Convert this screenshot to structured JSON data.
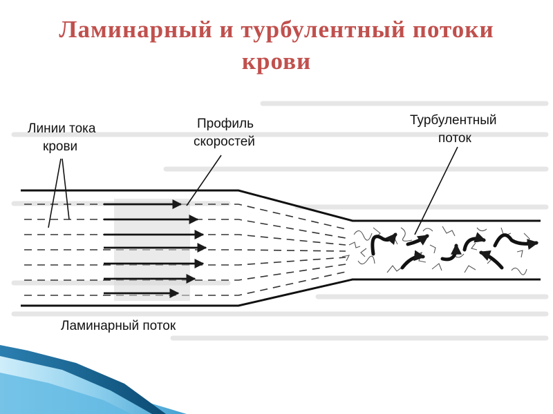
{
  "slide": {
    "title_line1": "Ламинарный и турбулентный потоки",
    "title_line2": "крови",
    "title_color": "#c0504d"
  },
  "diagram": {
    "label_streamlines_1": "Линии тока",
    "label_streamlines_2": "крови",
    "label_profile_1": "Профиль",
    "label_profile_2": "скоростей",
    "label_turbulent_1": "Турбулентный",
    "label_turbulent_2": "поток",
    "label_laminar": "Ламинарный поток"
  },
  "decoration": {
    "accent_dark": "#0d5b86",
    "accent_light": "#8fd0ee"
  }
}
